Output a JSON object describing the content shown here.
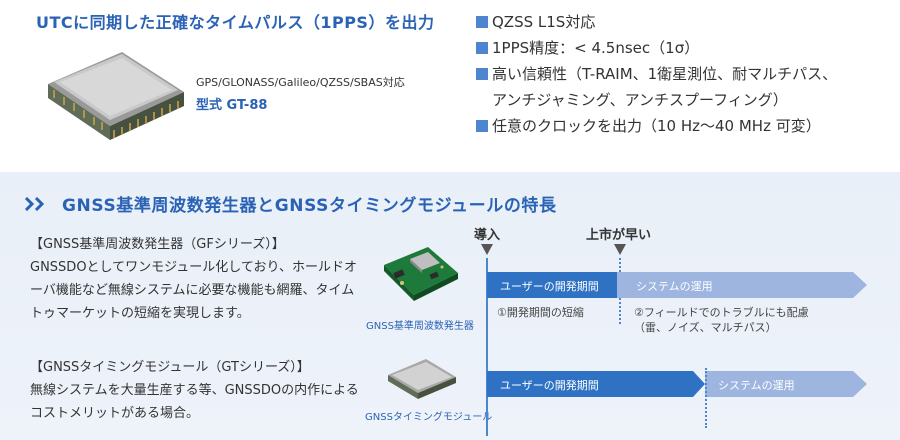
{
  "top": {
    "title": "UTCに同期した正確なタイムパルス（1PPS）を出力",
    "module_caption": "GPS/GLONASS/Galileo/QZSS/SBAS対応",
    "module_model": "型式 GT-88",
    "features": [
      "QZSS L1S対応",
      "1PPS精度：< 4.5nsec（1σ）",
      "高い信頼性（T-RAIM、1衛星測位、耐マルチパス、\nアンチジャミング、アンチスプーフィング）",
      "任意のクロックを出力（10 Hz〜40 MHz 可変）"
    ]
  },
  "section": {
    "title": "GNSS基準周波数発生器とGNSSタイミングモジュールの特長"
  },
  "gf": {
    "heading": "【GNSS基準周波数発生器（GFシリーズ）】",
    "body": "GNSSDOとしてワンモジュール化しており、ホールドオーバ機能など無線システムに必要な機能も網羅、タイムトゥマーケットの短縮を実現します。"
  },
  "gt": {
    "heading": "【GNSSタイミングモジュール（GTシリーズ）】",
    "body": "無線システムを大量生産する等、GNSSDOの内作によるコストメリットがある場合。"
  },
  "diagram": {
    "marker_intro": "導入",
    "marker_early": "上市が早い",
    "gf_caption": "GNSS基準周波数発生器",
    "gt_caption": "GNSSタイミングモジュール",
    "row1_dev": "ユーザーの開発期間",
    "row1_ops": "システムの運用",
    "row1_note1": "①開発期間の短縮",
    "row1_note2": "②フィールドでのトラブルにも配慮\n（雷、ノイズ、マルチパス）",
    "row2_dev": "ユーザーの開発期間",
    "row2_ops": "システムの運用"
  },
  "colors": {
    "accent": "#2a63b5",
    "bar_dark": "#2f72c4",
    "bar_light": "#9db5df",
    "bullet": "#4d86cf"
  }
}
